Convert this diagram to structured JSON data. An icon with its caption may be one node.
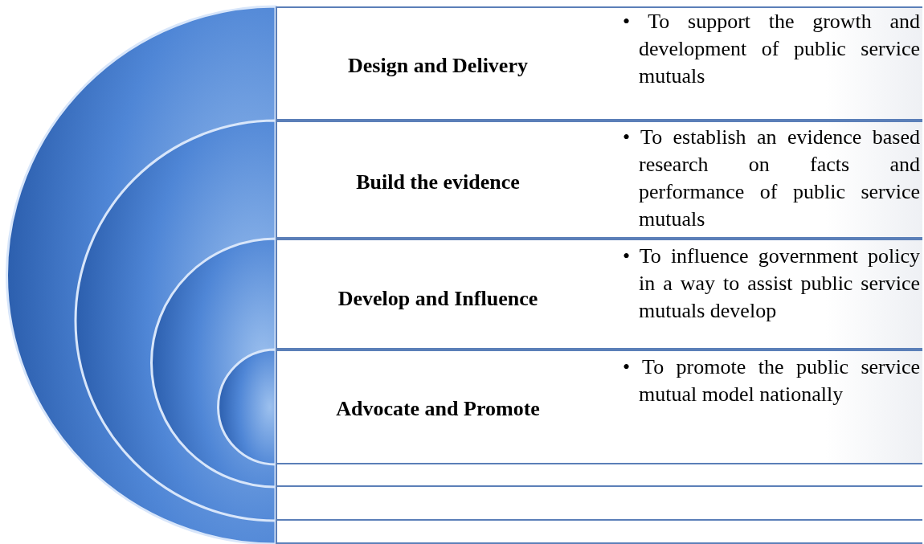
{
  "diagram": {
    "nodes": [
      {
        "text": [
          "Design and Delivery",
          "• To support the growth and development of public service mutuals"
        ]
      },
      {
        "text": [
          "Build the evidence",
          "• To establish an evidence based research on facts and performance of public service mutuals"
        ]
      },
      {
        "text": [
          "Develop and Influence",
          "• To influence government policy in a way to assist public service mutuals develop"
        ]
      },
      {
        "text": [
          "Advocate and Promote",
          "• To promote the public service mutual model nationally"
        ]
      }
    ]
  }
}
